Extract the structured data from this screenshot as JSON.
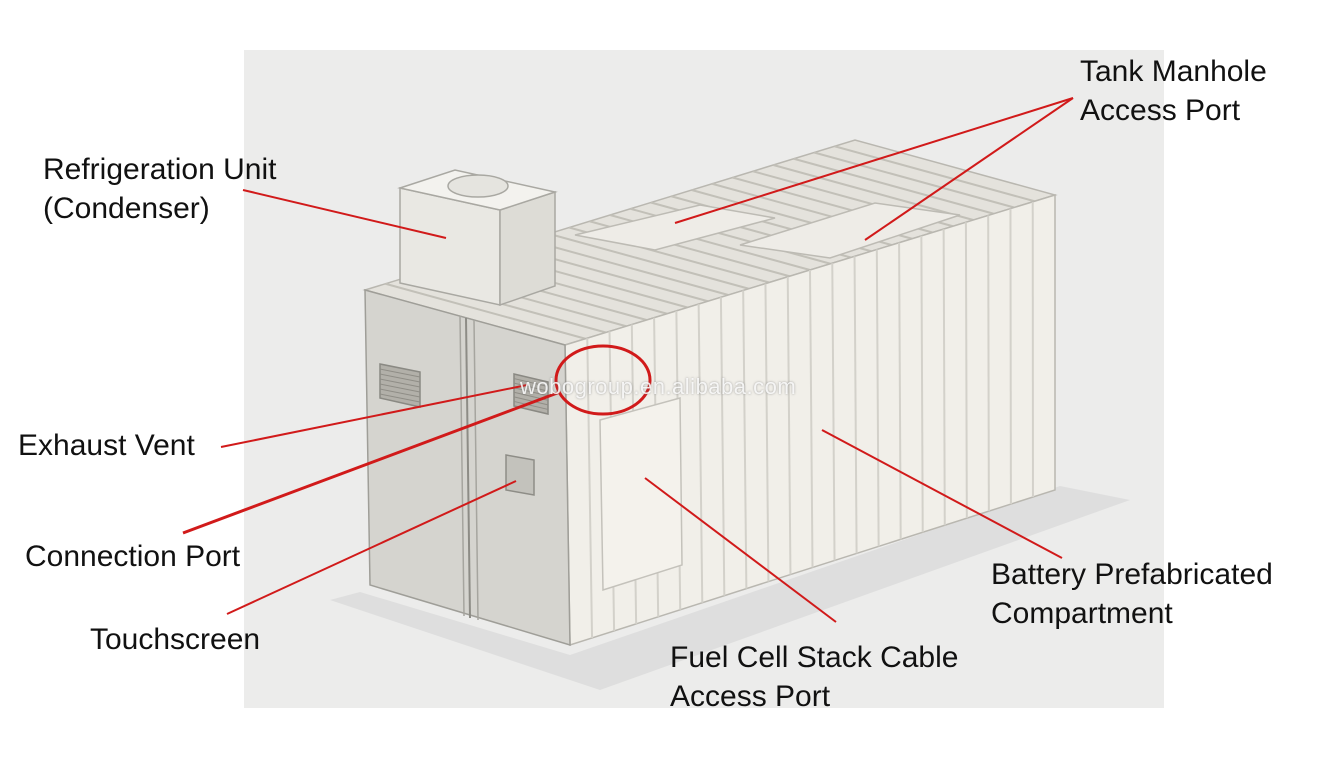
{
  "watermark": "wobogroup.en.alibaba.com",
  "leader_color": "#d11a1a",
  "labels": {
    "tank_manhole": [
      "Tank Manhole",
      "Access Port"
    ],
    "refrigeration": [
      "Refrigeration Unit",
      "(Condenser)"
    ],
    "exhaust_vent": [
      "Exhaust Vent"
    ],
    "connection_port": [
      "Connection Port"
    ],
    "touchscreen": [
      "Touchscreen"
    ],
    "fuel_cell": [
      "Fuel Cell Stack Cable",
      "Access Port"
    ],
    "battery": [
      "Battery Prefabricated",
      "Compartment"
    ]
  }
}
